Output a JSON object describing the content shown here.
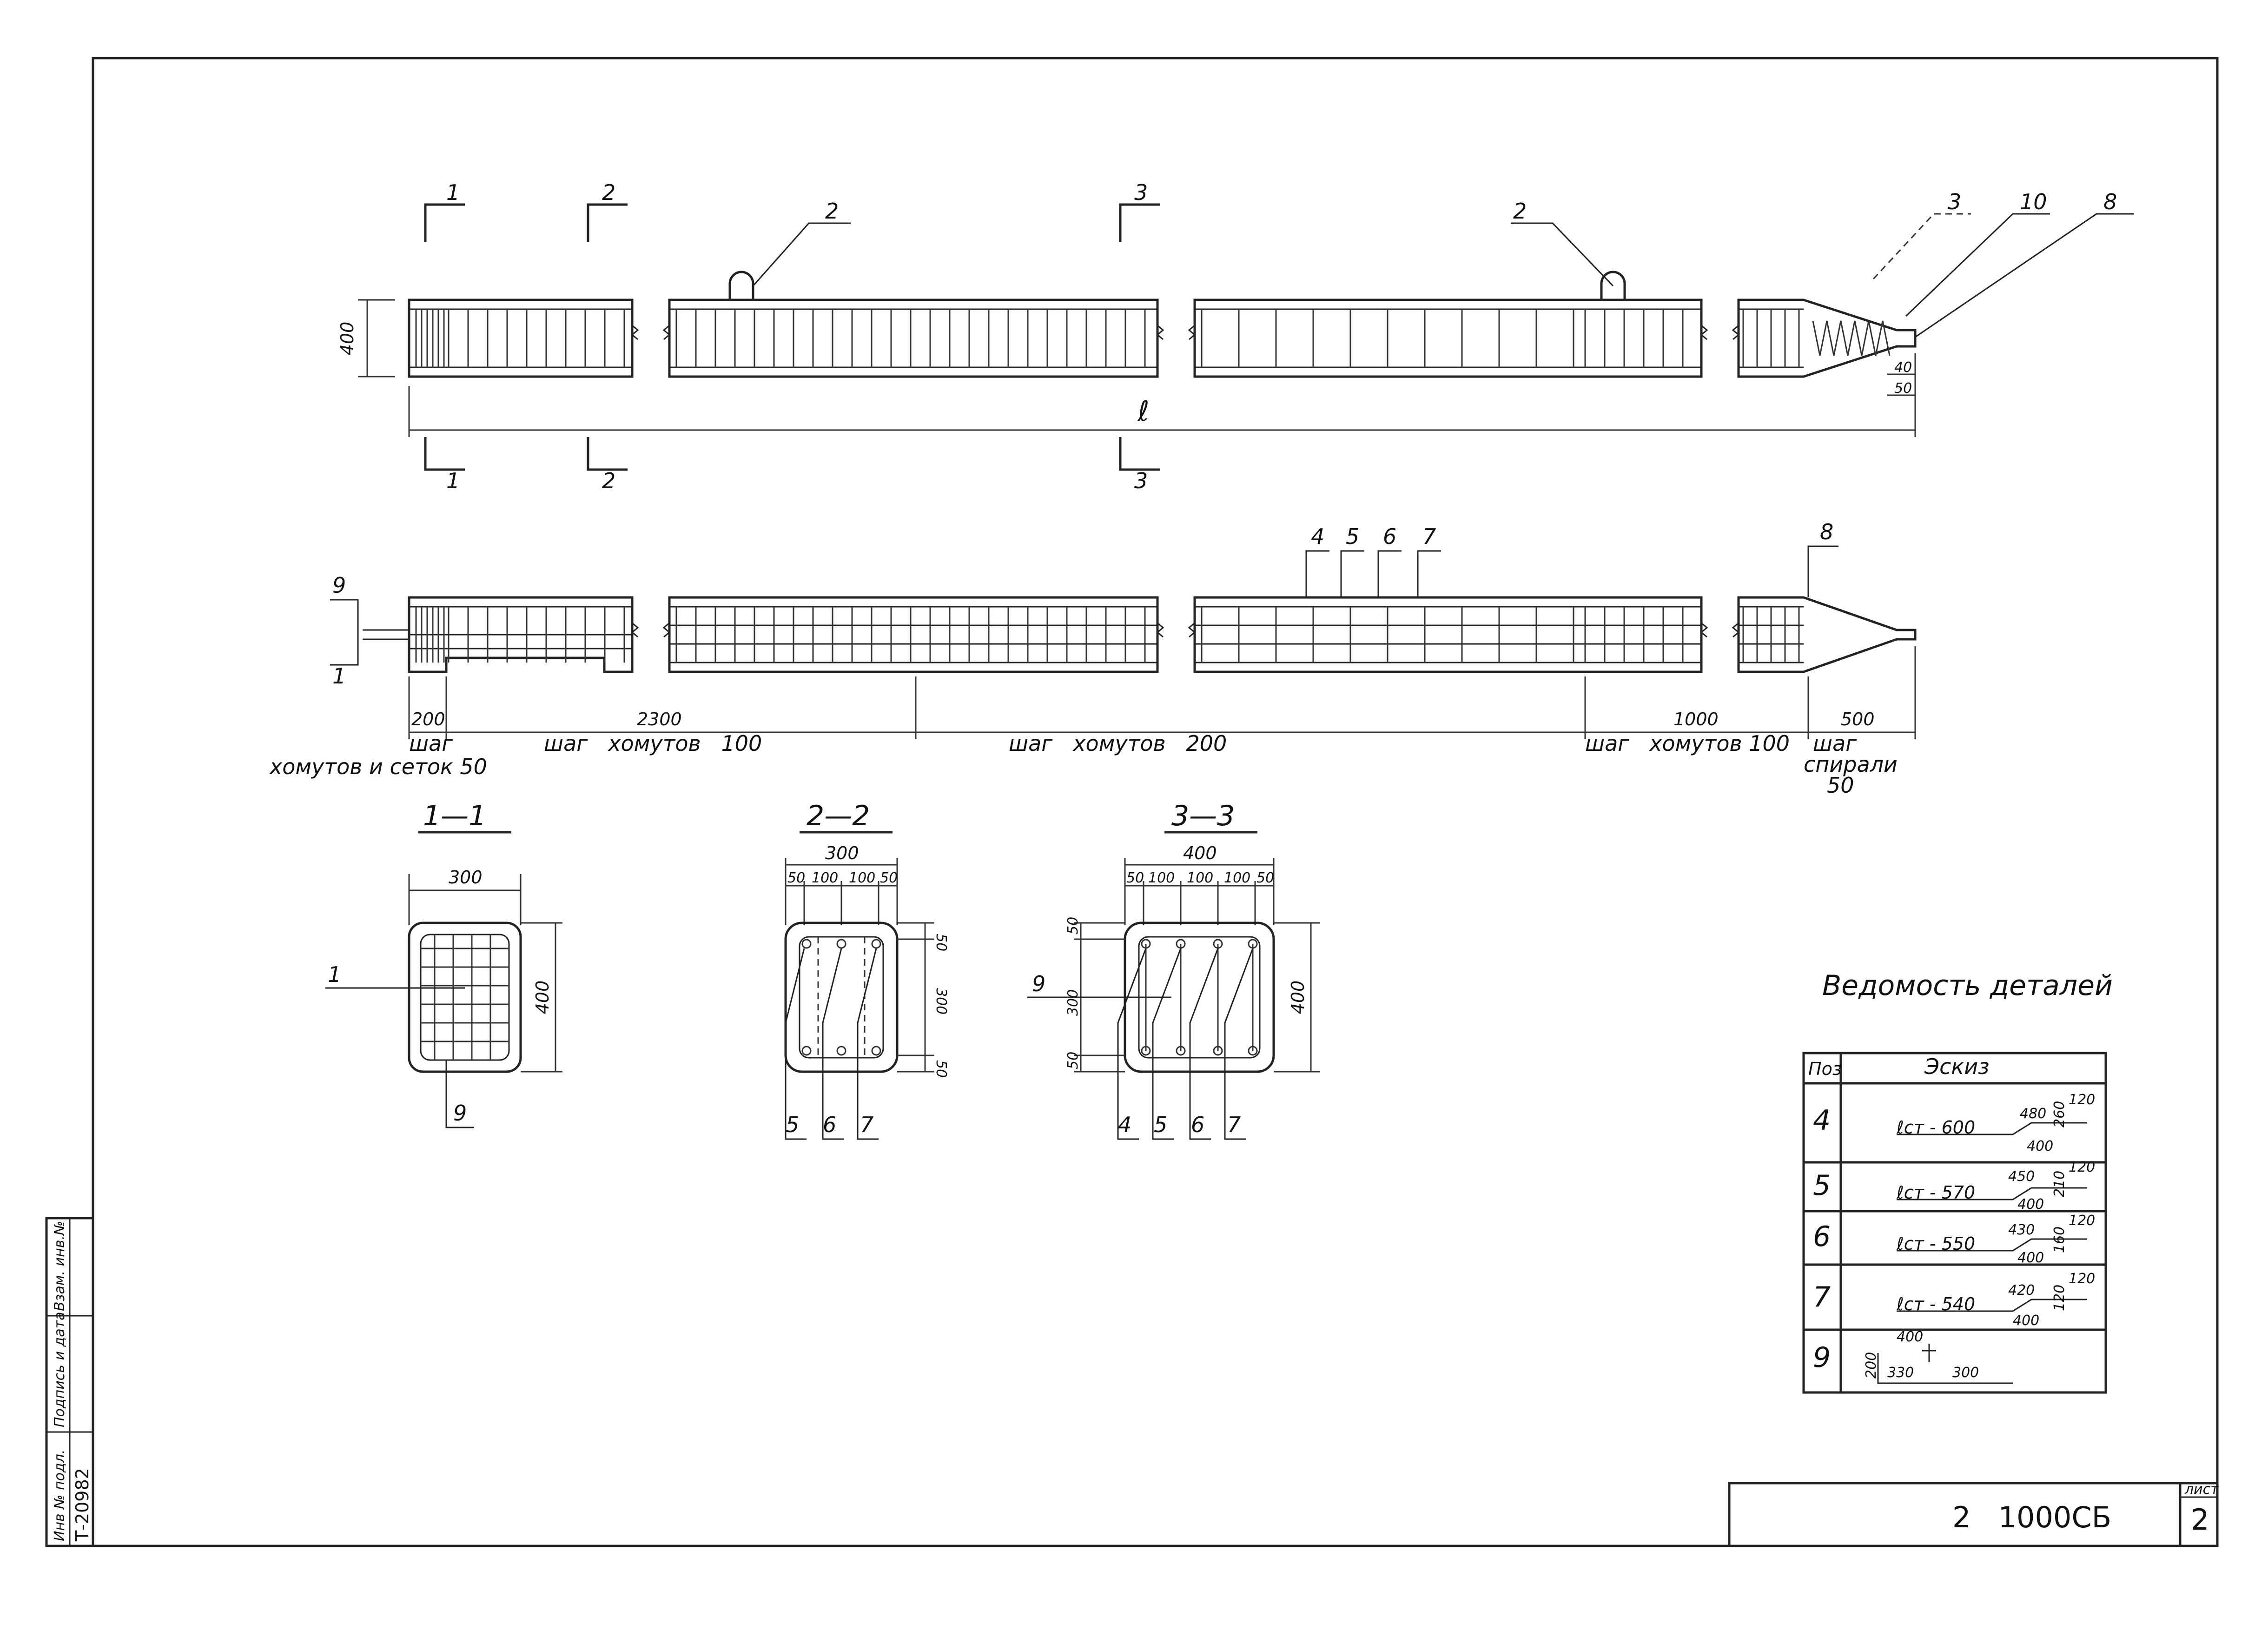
{
  "elevation": {
    "section_marks": [
      "1",
      "2",
      "3"
    ],
    "leaders": [
      "2",
      "2",
      "3",
      "10",
      "8"
    ],
    "height_dim": "400",
    "length_dim": "ℓ",
    "tip_dims": [
      "40",
      "50"
    ]
  },
  "plan": {
    "leaders_top": [
      "4",
      "5",
      "6",
      "7",
      "8"
    ],
    "leaders_left": [
      "9",
      "1"
    ],
    "zone_dims": [
      "200",
      "2300",
      "1000",
      "500"
    ],
    "pitch_labels": [
      "шаг\nхомутов и сеток 50",
      "шаг   хомутов   100",
      "шаг   хомутов   200",
      "шаг   хомутов 100",
      "шаг\nспирали\n50"
    ]
  },
  "sections": [
    {
      "title": "1—1",
      "width_dim": "300",
      "height_dim": "400",
      "left_leader": "1",
      "bottom_leaders": [
        "9"
      ]
    },
    {
      "title": "2—2",
      "width_dim": "300",
      "sub_dims": [
        "50",
        "100",
        "100",
        "50"
      ],
      "side_dims": [
        "50",
        "300",
        "50"
      ],
      "bottom_leaders": [
        "5",
        "6",
        "7"
      ]
    },
    {
      "title": "3—3",
      "width_dim": "400",
      "sub_dims": [
        "50",
        "100",
        "100",
        "100",
        "50"
      ],
      "side_dims": [
        "50",
        "300",
        "50"
      ],
      "height_dim": "400",
      "left_leader": "9",
      "bottom_leaders": [
        "4",
        "5",
        "6",
        "7"
      ]
    }
  ],
  "schedule": {
    "title": "Ведомость деталей",
    "header": [
      "Поз",
      "Эскиз"
    ],
    "rows": [
      {
        "pos": "4",
        "len": "ℓст - 600",
        "d1": "480",
        "d2": "120",
        "d3": "260",
        "d4": "400"
      },
      {
        "pos": "5",
        "len": "ℓст - 570",
        "d1": "450",
        "d2": "120",
        "d3": "210",
        "d4": "400"
      },
      {
        "pos": "6",
        "len": "ℓст - 550",
        "d1": "430",
        "d2": "120",
        "d3": "160",
        "d4": "400"
      },
      {
        "pos": "7",
        "len": "ℓст - 540",
        "d1": "420",
        "d2": "120",
        "d3": "120",
        "d4": "400"
      },
      {
        "pos": "9",
        "d1": "400",
        "d2": "200",
        "d3": "330",
        "d4": "300"
      }
    ]
  },
  "title_block": {
    "code": "2   1000СБ",
    "sheet_label": "лист",
    "sheet_no": "2"
  },
  "side_stamp": {
    "fields": [
      "Инв № подл.",
      "Подпись и дата",
      "Взам. инв.№"
    ],
    "inv_no": "Т-20982"
  }
}
